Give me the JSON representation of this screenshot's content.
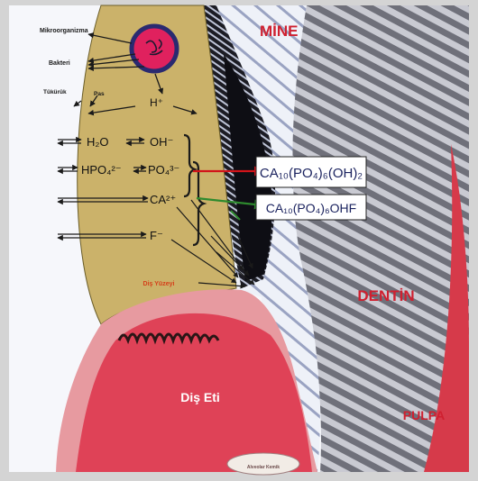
{
  "colors": {
    "plaque": "#cbb26a",
    "enamel_hatch": "#2a2a35",
    "dentin_stripe": "#7e7e86",
    "gingiva": "#df4257",
    "gingiva_light": "#e79aa0",
    "arrow_red": "#d2141a",
    "arrow_green": "#2e8a2e",
    "label_red": "#cf2030"
  },
  "labels": {
    "mine": "MİNE",
    "dentin": "DENTİN",
    "pulpa": "PULPA",
    "dis_eti": "Diş Eti",
    "dis_yuzeyi": "Diş Yüzeyi",
    "mikroorganizma": "Mikroorganizma",
    "bakteri": "Bakteri",
    "tukurruk": "Tükürük",
    "pas": "Pas",
    "bottom_caption": "Alveolar Kemik"
  },
  "ions": {
    "h_plus": "H⁺",
    "h2o": "H₂O",
    "oh": "OH⁻",
    "hpo4": "HPO₄²⁻",
    "po4": "PO₄³⁻",
    "ca": "CA²⁺",
    "f": "F⁻"
  },
  "formulas": {
    "hydroxyapatite": "CA₁₀(PO₄)₆(OH)₂",
    "fluorapatite": "CA₁₀(PO₄)₆OHF"
  }
}
